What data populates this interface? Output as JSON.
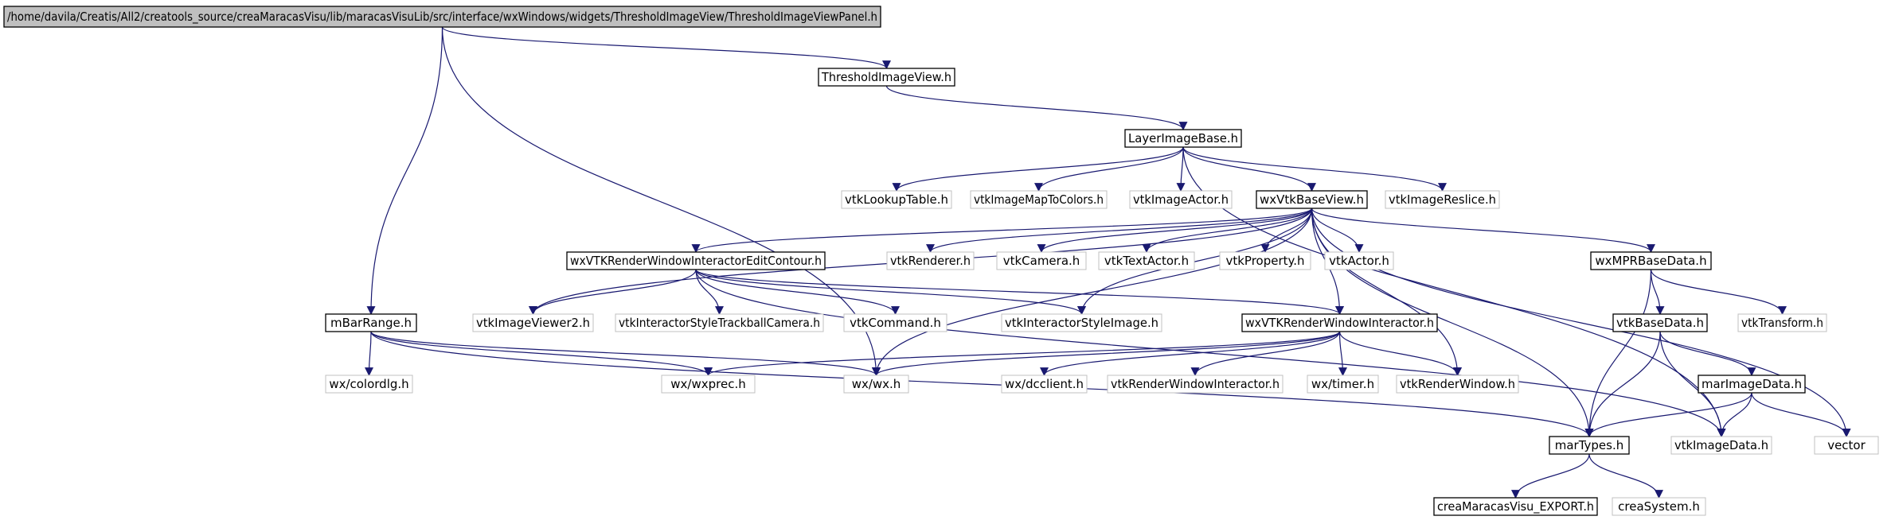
{
  "colors": {
    "edge": "#191970",
    "box_strong": "#000000",
    "box_faint": "#c0c0c0",
    "root_fill": "#bfbfbf",
    "text": "#000000"
  },
  "nodes": [
    {
      "id": "root",
      "label": "/home/davila/Creatis/All2/creatools_source/creaMaracasVisu/lib/maracasVisuLib/src/interface/wxWindows/widgets/ThresholdImageView/ThresholdImageViewPanel.h",
      "kind": "root"
    },
    {
      "id": "thresholdimageview",
      "label": "ThresholdImageView.h",
      "kind": "strong"
    },
    {
      "id": "layerimagebase",
      "label": "LayerImageBase.h",
      "kind": "strong"
    },
    {
      "id": "vtklookuptable",
      "label": "vtkLookupTable.h",
      "kind": "faint"
    },
    {
      "id": "vtkimagemaptocolors",
      "label": "vtkImageMapToColors.h",
      "kind": "faint"
    },
    {
      "id": "vtkimageactor",
      "label": "vtkImageActor.h",
      "kind": "faint"
    },
    {
      "id": "wxvtkbaseview",
      "label": "wxVtkBaseView.h",
      "kind": "strong"
    },
    {
      "id": "vtkimagereslice",
      "label": "vtkImageReslice.h",
      "kind": "faint"
    },
    {
      "id": "editcontour",
      "label": "wxVTKRenderWindowInteractorEditContour.h",
      "kind": "strong"
    },
    {
      "id": "vtkrenderer",
      "label": "vtkRenderer.h",
      "kind": "faint"
    },
    {
      "id": "vtkcamera",
      "label": "vtkCamera.h",
      "kind": "faint"
    },
    {
      "id": "vtktextactor",
      "label": "vtkTextActor.h",
      "kind": "faint"
    },
    {
      "id": "vtkproperty",
      "label": "vtkProperty.h",
      "kind": "faint"
    },
    {
      "id": "vtkactor",
      "label": "vtkActor.h",
      "kind": "faint"
    },
    {
      "id": "wxmprbasedata",
      "label": "wxMPRBaseData.h",
      "kind": "strong"
    },
    {
      "id": "mbarrange",
      "label": "mBarRange.h",
      "kind": "strong"
    },
    {
      "id": "vtkimageviewer2",
      "label": "vtkImageViewer2.h",
      "kind": "faint"
    },
    {
      "id": "trackballcamera",
      "label": "vtkInteractorStyleTrackballCamera.h",
      "kind": "faint"
    },
    {
      "id": "vtkcommand",
      "label": "vtkCommand.h",
      "kind": "faint"
    },
    {
      "id": "interactorstyleimage",
      "label": "vtkInteractorStyleImage.h",
      "kind": "faint"
    },
    {
      "id": "wxvtkrwi",
      "label": "wxVTKRenderWindowInteractor.h",
      "kind": "strong"
    },
    {
      "id": "vtkbasedata",
      "label": "vtkBaseData.h",
      "kind": "strong"
    },
    {
      "id": "vtktransform",
      "label": "vtkTransform.h",
      "kind": "faint"
    },
    {
      "id": "colordlg",
      "label": "wx/colordlg.h",
      "kind": "faint"
    },
    {
      "id": "wxprec",
      "label": "wx/wxprec.h",
      "kind": "faint"
    },
    {
      "id": "wxwx",
      "label": "wx/wx.h",
      "kind": "faint"
    },
    {
      "id": "dcclient",
      "label": "wx/dcclient.h",
      "kind": "faint"
    },
    {
      "id": "vtkrwi",
      "label": "vtkRenderWindowInteractor.h",
      "kind": "faint"
    },
    {
      "id": "timer",
      "label": "wx/timer.h",
      "kind": "faint"
    },
    {
      "id": "vtkrenderwindow",
      "label": "vtkRenderWindow.h",
      "kind": "faint"
    },
    {
      "id": "marimagedata",
      "label": "marImageData.h",
      "kind": "strong"
    },
    {
      "id": "martypes",
      "label": "marTypes.h",
      "kind": "strong"
    },
    {
      "id": "vtkimagedata",
      "label": "vtkImageData.h",
      "kind": "faint"
    },
    {
      "id": "vector",
      "label": "vector",
      "kind": "faint"
    },
    {
      "id": "export",
      "label": "creaMaracasVisu_EXPORT.h",
      "kind": "strong"
    },
    {
      "id": "creasystem",
      "label": "creaSystem.h",
      "kind": "faint"
    }
  ],
  "edges": [
    [
      "root",
      "thresholdimageview"
    ],
    [
      "root",
      "mbarrange"
    ],
    [
      "root",
      "wxwx"
    ],
    [
      "thresholdimageview",
      "layerimagebase"
    ],
    [
      "layerimagebase",
      "vtklookuptable"
    ],
    [
      "layerimagebase",
      "vtkimagemaptocolors"
    ],
    [
      "layerimagebase",
      "vtkimageactor"
    ],
    [
      "layerimagebase",
      "wxvtkbaseview"
    ],
    [
      "layerimagebase",
      "vtkimagereslice"
    ],
    [
      "layerimagebase",
      "vtkimagedata"
    ],
    [
      "wxvtkbaseview",
      "vtkimageviewer2"
    ],
    [
      "wxvtkbaseview",
      "editcontour"
    ],
    [
      "wxvtkbaseview",
      "vtkrenderer"
    ],
    [
      "wxvtkbaseview",
      "vtkcamera"
    ],
    [
      "wxvtkbaseview",
      "vtktextactor"
    ],
    [
      "wxvtkbaseview",
      "vtkproperty"
    ],
    [
      "wxvtkbaseview",
      "vtkactor"
    ],
    [
      "wxvtkbaseview",
      "wxmprbasedata"
    ],
    [
      "wxvtkbaseview",
      "interactorstyleimage"
    ],
    [
      "wxvtkbaseview",
      "wxvtkrwi"
    ],
    [
      "wxvtkbaseview",
      "wxwx"
    ],
    [
      "wxvtkbaseview",
      "vtkrenderwindow"
    ],
    [
      "wxvtkbaseview",
      "martypes"
    ],
    [
      "wxvtkbaseview",
      "vector"
    ],
    [
      "editcontour",
      "vtkimageviewer2"
    ],
    [
      "editcontour",
      "trackballcamera"
    ],
    [
      "editcontour",
      "vtkcommand"
    ],
    [
      "editcontour",
      "interactorstyleimage"
    ],
    [
      "editcontour",
      "wxvtkrwi"
    ],
    [
      "editcontour",
      "vtkimagedata"
    ],
    [
      "mbarrange",
      "colordlg"
    ],
    [
      "mbarrange",
      "wxprec"
    ],
    [
      "mbarrange",
      "wxwx"
    ],
    [
      "mbarrange",
      "martypes"
    ],
    [
      "wxvtkrwi",
      "wxprec"
    ],
    [
      "wxvtkrwi",
      "wxwx"
    ],
    [
      "wxvtkrwi",
      "dcclient"
    ],
    [
      "wxvtkrwi",
      "vtkrwi"
    ],
    [
      "wxvtkrwi",
      "timer"
    ],
    [
      "wxvtkrwi",
      "vtkrenderwindow"
    ],
    [
      "wxmprbasedata",
      "vtkbasedata"
    ],
    [
      "wxmprbasedata",
      "vtktransform"
    ],
    [
      "wxmprbasedata",
      "martypes"
    ],
    [
      "vtkbasedata",
      "marimagedata"
    ],
    [
      "vtkbasedata",
      "martypes"
    ],
    [
      "vtkbasedata",
      "vtkimagedata"
    ],
    [
      "marimagedata",
      "martypes"
    ],
    [
      "marimagedata",
      "vtkimagedata"
    ],
    [
      "marimagedata",
      "vector"
    ],
    [
      "martypes",
      "export"
    ],
    [
      "martypes",
      "creasystem"
    ]
  ]
}
